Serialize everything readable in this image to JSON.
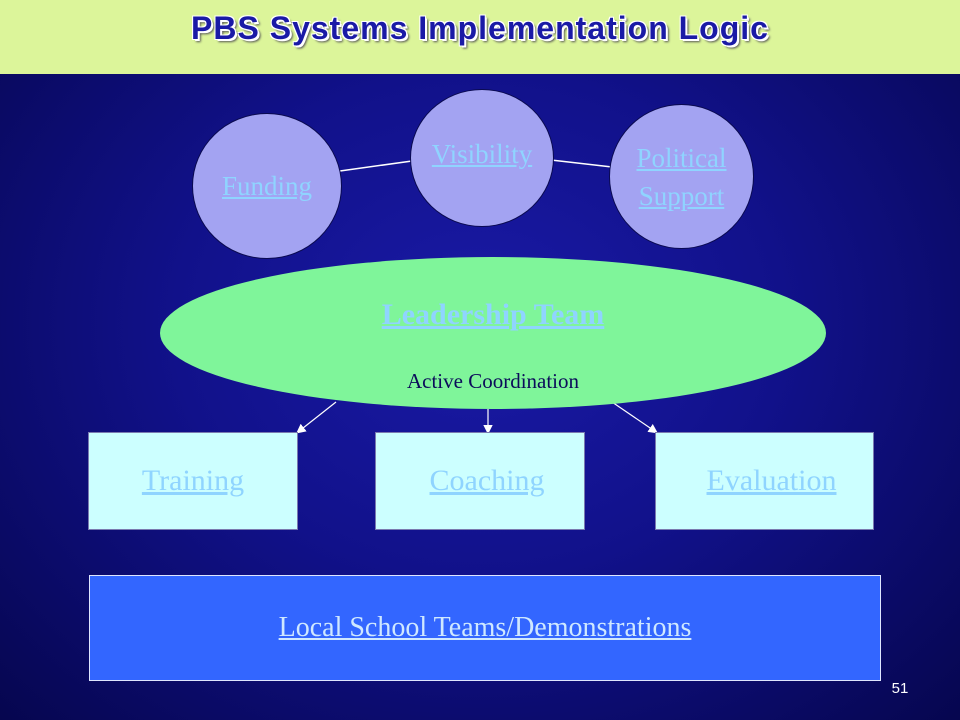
{
  "slide": {
    "title": "PBS Systems Implementation Logic",
    "page_number": "51"
  },
  "top_circles": {
    "funding": "Funding",
    "visibility": "Visibility",
    "political_line1": "Political",
    "political_line2": "Support"
  },
  "leadership": {
    "title": "Leadership Team",
    "subtitle": "Active Coordination"
  },
  "boxes": {
    "training": "Training",
    "coaching": "Coaching",
    "evaluation": "Evaluation"
  },
  "bottom": {
    "label": "Local School Teams/Demonstrations"
  },
  "colors": {
    "background": "#11118a",
    "title_bar": "#dcf59a",
    "circles": "#a3a3f2",
    "ellipse": "#7ff59a",
    "boxes": "#ccffff",
    "bottom_box": "#3366ff",
    "link_text": "#8fd4ff"
  }
}
